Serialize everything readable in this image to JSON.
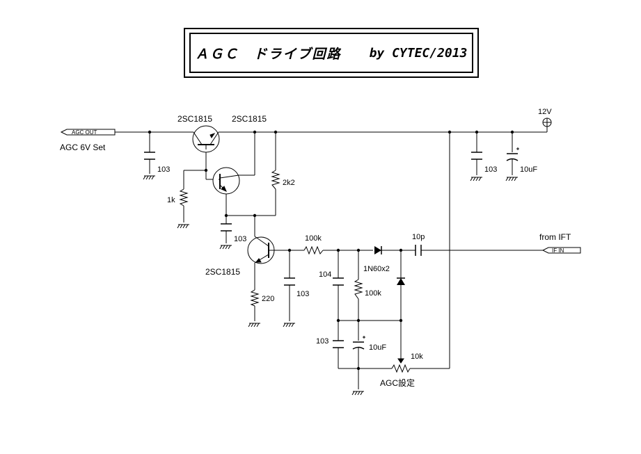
{
  "title": {
    "main": "ＡＧＣ　ドライブ回路",
    "author": "by CYTEC/2013"
  },
  "ports": {
    "agc_out": "AGC OUT",
    "if_in": "IF IN",
    "supply": "12V"
  },
  "notes": {
    "agc_set": "AGC 6V Set",
    "from_ift": "from IFT",
    "agc_adjust": "AGC設定"
  },
  "transistors": {
    "q1": "2SC1815",
    "q2": "2SC1815",
    "q3": "2SC1815"
  },
  "resistors": {
    "r1k": "1k",
    "r2k2": "2k2",
    "r220": "220",
    "r100k_series": "100k",
    "r100k_shunt": "100k",
    "vr10k": "10k"
  },
  "capacitors": {
    "c_out": "103",
    "c_supply": "103",
    "c_supply_elec": "10uF",
    "c_q3_base": "103",
    "c_q3_emitter_side": "103",
    "c_104": "104",
    "c_103_low": "103",
    "c_10uF_low": "10uF",
    "c_10p": "10p"
  },
  "diodes": {
    "d_pair": "1N60x2"
  }
}
